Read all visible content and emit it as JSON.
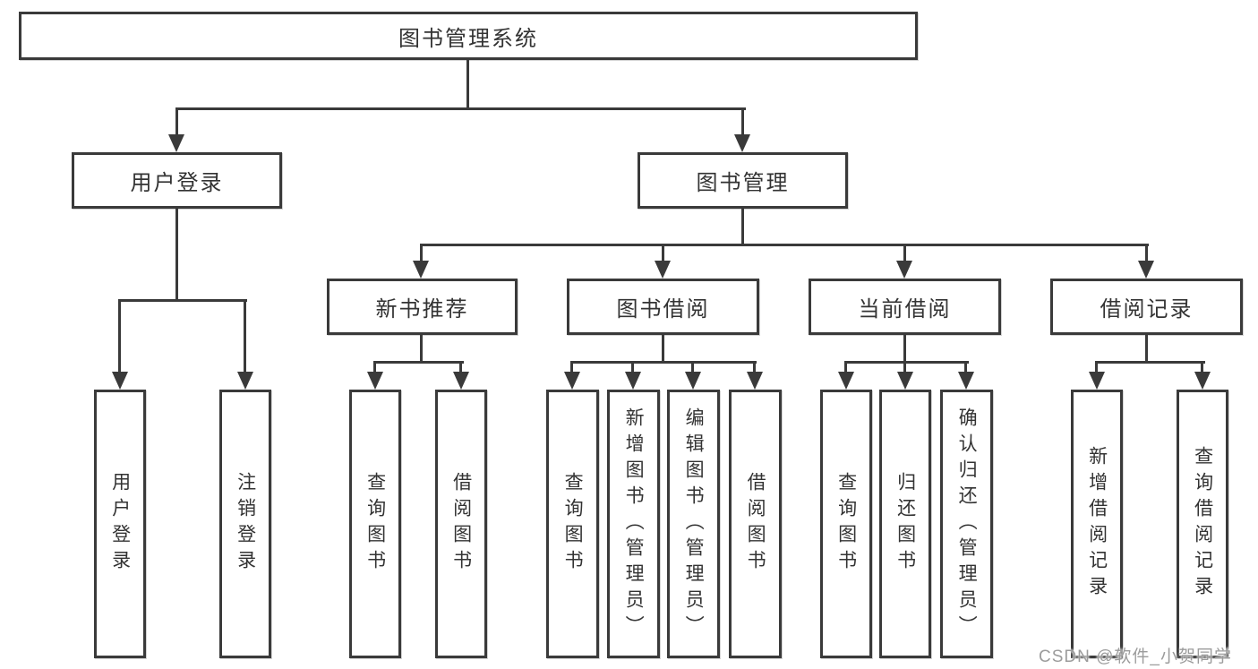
{
  "diagram_title": "图书管理系统",
  "nodes": {
    "root": {
      "label": "图书管理系统"
    },
    "l2": [
      {
        "label": "用户登录"
      },
      {
        "label": "图书管理"
      }
    ],
    "l3": [
      {
        "label": "新书推荐",
        "parent": "图书管理"
      },
      {
        "label": "图书借阅",
        "parent": "图书管理"
      },
      {
        "label": "当前借阅",
        "parent": "图书管理"
      },
      {
        "label": "借阅记录",
        "parent": "图书管理"
      }
    ],
    "leaves": [
      {
        "label": "用户登录",
        "parent": "用户登录"
      },
      {
        "label": "注销登录",
        "parent": "用户登录"
      },
      {
        "label": "查询图书",
        "parent": "新书推荐"
      },
      {
        "label": "借阅图书",
        "parent": "新书推荐"
      },
      {
        "label": "查询图书",
        "parent": "图书借阅"
      },
      {
        "label": "新增图书（管理员）",
        "parent": "图书借阅"
      },
      {
        "label": "编辑图书（管理员）",
        "parent": "图书借阅"
      },
      {
        "label": "借阅图书",
        "parent": "图书借阅"
      },
      {
        "label": "查询图书",
        "parent": "当前借阅"
      },
      {
        "label": "归还图书",
        "parent": "当前借阅"
      },
      {
        "label": "确认归还（管理员）",
        "parent": "当前借阅"
      },
      {
        "label": "新增借阅记录",
        "parent": "借阅记录"
      },
      {
        "label": "查询借阅记录",
        "parent": "借阅记录"
      }
    ]
  },
  "watermark": "CSDN @软件_小贺同学",
  "colors": {
    "line": "#3a3a3a",
    "text": "#333333",
    "bg": "#ffffff",
    "watermark": "#9c9c9c"
  }
}
